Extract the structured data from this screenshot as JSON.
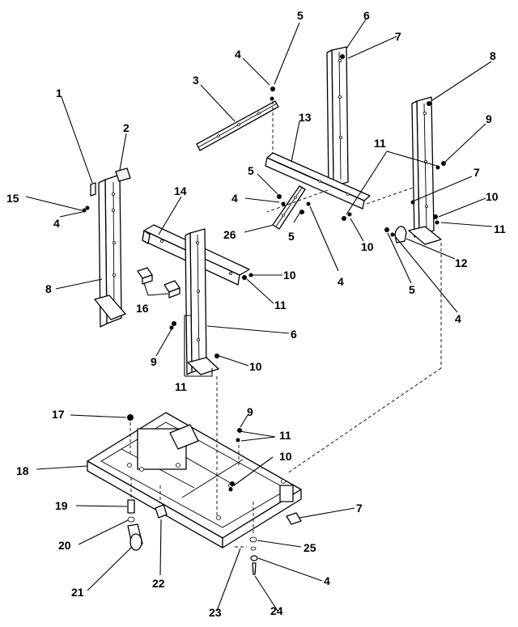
{
  "callouts": [
    {
      "id": "c1",
      "text": "1"
    },
    {
      "id": "c2",
      "text": "2"
    },
    {
      "id": "c3",
      "text": "3"
    },
    {
      "id": "c4a",
      "text": "4"
    },
    {
      "id": "c4b",
      "text": "4"
    },
    {
      "id": "c4c",
      "text": "4"
    },
    {
      "id": "c4d",
      "text": "4"
    },
    {
      "id": "c4e",
      "text": "4"
    },
    {
      "id": "c4f",
      "text": "4"
    },
    {
      "id": "c5a",
      "text": "5"
    },
    {
      "id": "c5b",
      "text": "5"
    },
    {
      "id": "c5c",
      "text": "5"
    },
    {
      "id": "c5d",
      "text": "5"
    },
    {
      "id": "c6a",
      "text": "6"
    },
    {
      "id": "c6b",
      "text": "6"
    },
    {
      "id": "c7a",
      "text": "7"
    },
    {
      "id": "c7b",
      "text": "7"
    },
    {
      "id": "c7c",
      "text": "7"
    },
    {
      "id": "c8a",
      "text": "8"
    },
    {
      "id": "c8b",
      "text": "8"
    },
    {
      "id": "c9a",
      "text": "9"
    },
    {
      "id": "c9b",
      "text": "9"
    },
    {
      "id": "c9c",
      "text": "9"
    },
    {
      "id": "c10a",
      "text": "10"
    },
    {
      "id": "c10b",
      "text": "10"
    },
    {
      "id": "c10c",
      "text": "10"
    },
    {
      "id": "c10d",
      "text": "10"
    },
    {
      "id": "c10e",
      "text": "10"
    },
    {
      "id": "c11a",
      "text": "11"
    },
    {
      "id": "c11b",
      "text": "11"
    },
    {
      "id": "c11c",
      "text": "11"
    },
    {
      "id": "c11d",
      "text": "11"
    },
    {
      "id": "c11e",
      "text": "11"
    },
    {
      "id": "c12",
      "text": "12"
    },
    {
      "id": "c13",
      "text": "13"
    },
    {
      "id": "c14",
      "text": "14"
    },
    {
      "id": "c15",
      "text": "15"
    },
    {
      "id": "c16",
      "text": "16"
    },
    {
      "id": "c17",
      "text": "17"
    },
    {
      "id": "c18",
      "text": "18"
    },
    {
      "id": "c19",
      "text": "19"
    },
    {
      "id": "c20",
      "text": "20"
    },
    {
      "id": "c21",
      "text": "21"
    },
    {
      "id": "c22",
      "text": "22"
    },
    {
      "id": "c23",
      "text": "23"
    },
    {
      "id": "c24",
      "text": "24"
    },
    {
      "id": "c25",
      "text": "25"
    },
    {
      "id": "c26",
      "text": "26"
    }
  ]
}
